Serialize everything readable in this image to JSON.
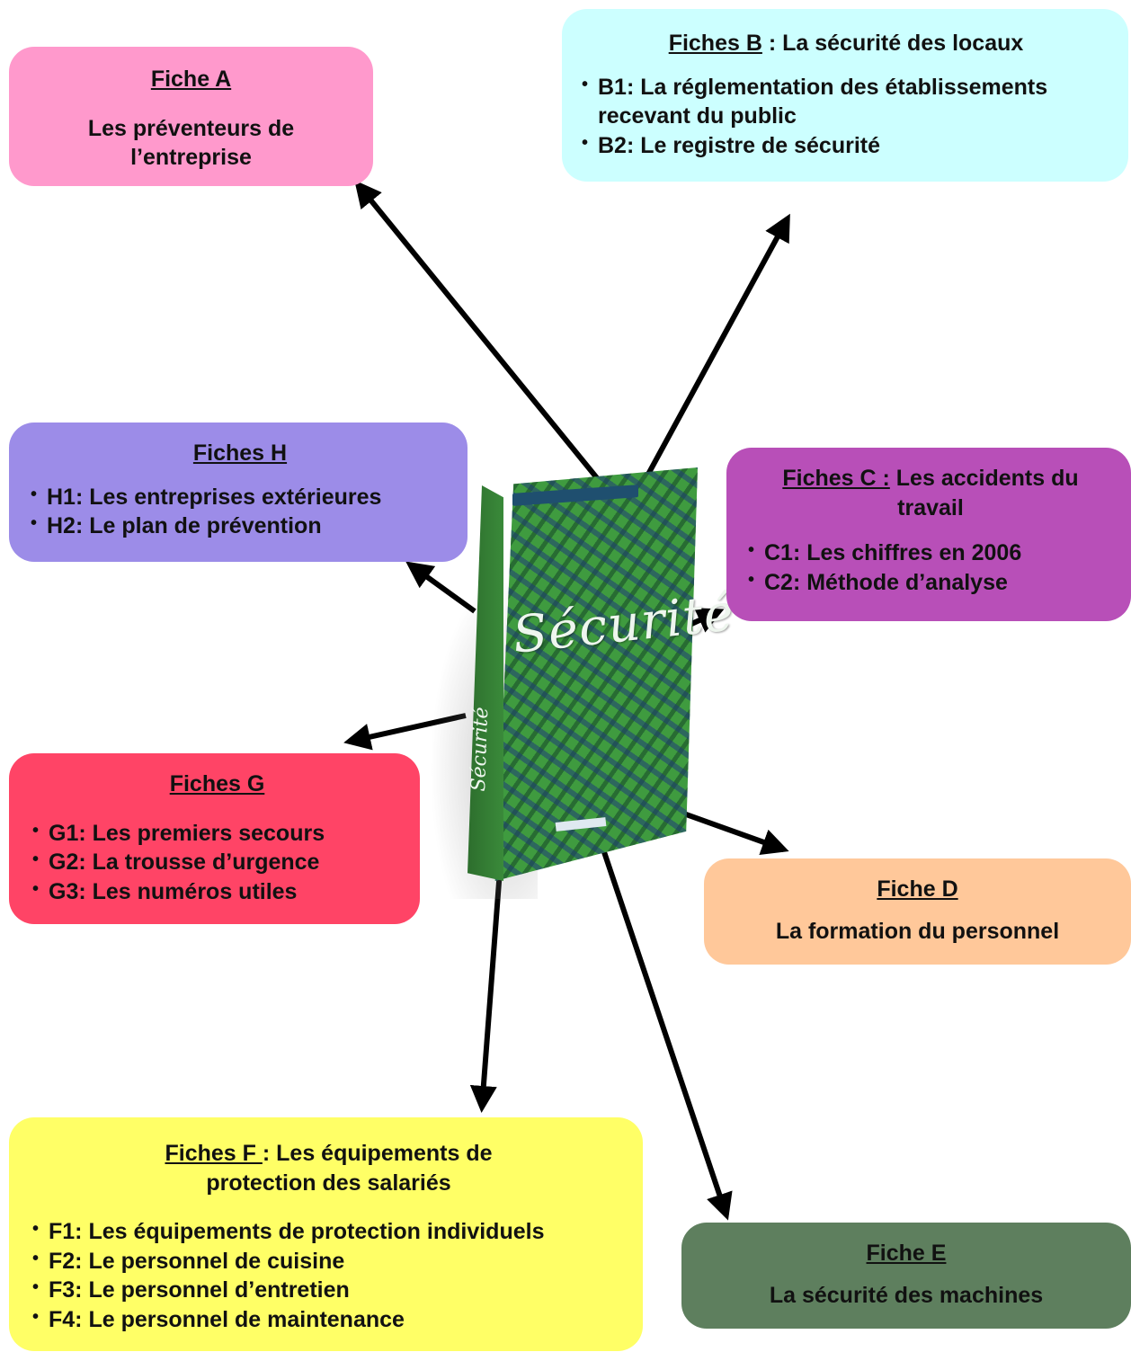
{
  "fiche_a": {
    "prefix": "Fiche A",
    "title": "Les préventeurs de l’entreprise"
  },
  "fiche_b": {
    "prefix": "Fiches B",
    "suffix": " : La sécurité des locaux",
    "items": [
      "B1:  La réglementation des établissements recevant du public",
      "B2:  Le registre de sécurité"
    ]
  },
  "fiche_h": {
    "prefix": "Fiches H",
    "items": [
      "H1: Les entreprises extérieures",
      "H2:  Le plan de prévention"
    ]
  },
  "fiche_c": {
    "prefix": "Fiches C :",
    "suffix": " Les accidents du travail",
    "items": [
      "C1:  Les chiffres en 2006",
      "C2:  Méthode d’analyse"
    ]
  },
  "fiche_g": {
    "prefix": "Fiches G",
    "items": [
      "G1:  Les premiers secours",
      "G2:  La trousse d’urgence",
      "G3:  Les numéros utiles"
    ]
  },
  "fiche_d": {
    "prefix": "Fiche D",
    "title": "La formation du personnel"
  },
  "fiche_f": {
    "prefix": "Fiches F ",
    "suffix": ": Les équipements de protection des salariés",
    "items": [
      "F1: Les équipements de protection individuels",
      "F2: Le personnel de cuisine",
      "F3: Le personnel d’entretien",
      "F4: Le personnel de maintenance"
    ]
  },
  "fiche_e": {
    "prefix": "Fiche E",
    "title": "La sécurité des machines"
  },
  "book": {
    "cover_title": "Sécurité",
    "spine_title": "Sécurité",
    "cover_color": "#3f9b3f"
  },
  "colors": {
    "a": "#ff99cc",
    "b": "#ccffff",
    "c": "#b84fb8",
    "d": "#ffc89a",
    "e": "#5e7f5e",
    "f": "#ffff66",
    "g": "#ff4466",
    "h": "#9c8ce8"
  }
}
